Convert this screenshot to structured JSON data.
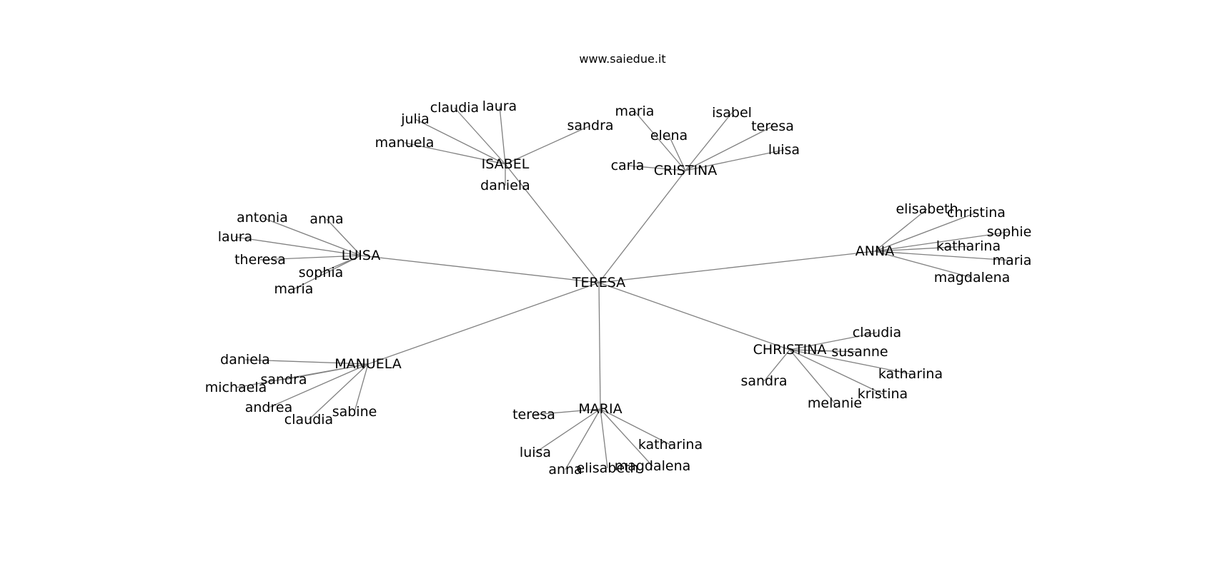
{
  "title": "www.saiedue.it",
  "root": "TERESA",
  "groups": [
    {
      "name": "ISABEL",
      "children": [
        "claudia",
        "laura",
        "julia",
        "manuela",
        "sandra",
        "daniela"
      ]
    },
    {
      "name": "CRISTINA",
      "children": [
        "maria",
        "elena",
        "isabel",
        "teresa",
        "luisa",
        "carla"
      ]
    },
    {
      "name": "LUISA",
      "children": [
        "antonia",
        "anna",
        "laura",
        "theresa",
        "sophia",
        "maria"
      ]
    },
    {
      "name": "ANNA",
      "children": [
        "elisabeth",
        "christina",
        "sophie",
        "katharina",
        "maria",
        "magdalena"
      ]
    },
    {
      "name": "MANUELA",
      "children": [
        "daniela",
        "sandra",
        "michaela",
        "andrea",
        "claudia",
        "sabine"
      ]
    },
    {
      "name": "CHRISTINA",
      "children": [
        "claudia",
        "susanne",
        "katharina",
        "kristina",
        "melanie",
        "sandra"
      ]
    },
    {
      "name": "MARIA",
      "children": [
        "teresa",
        "luisa",
        "anna",
        "elisabeth",
        "magdalena",
        "katharina"
      ]
    }
  ]
}
